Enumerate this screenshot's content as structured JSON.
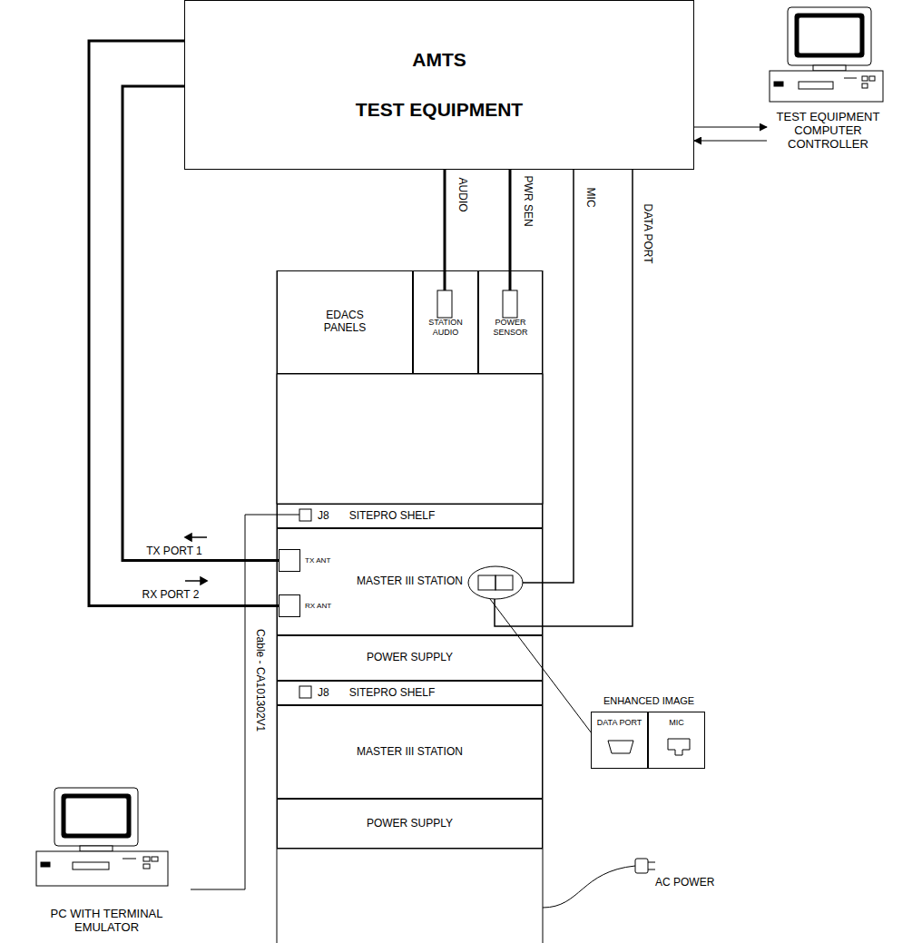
{
  "diagram": {
    "nodes": [
      {
        "text": [
          "AMTS",
          "TEST EQUIPMENT"
        ]
      },
      {
        "text": [
          "TEST EQUIPMENT COMPUTER CONTROLLER"
        ]
      },
      {
        "text": [
          "EDACS PANELS"
        ]
      },
      {
        "text": [
          "STATION AUDIO"
        ]
      },
      {
        "text": [
          "POWER SENSOR"
        ]
      },
      {
        "text": [
          "J8",
          "SITEPRO SHELF"
        ]
      },
      {
        "text": [
          "MASTER III STATION"
        ]
      },
      {
        "text": [
          "TX ANT"
        ],
        "in": 6
      },
      {
        "text": [
          "RX ANT"
        ],
        "in": 6
      },
      {
        "text": [
          "POWER SUPPLY"
        ]
      },
      {
        "text": [
          "J8",
          "SITEPRO SHELF"
        ]
      },
      {
        "text": [
          "MASTER III STATION"
        ]
      },
      {
        "text": [
          "POWER SUPPLY"
        ]
      },
      {
        "text": [
          "ENHANCED IMAGE"
        ]
      },
      {
        "text": [
          "DATA PORT"
        ],
        "in": 13
      },
      {
        "text": [
          "MIC"
        ],
        "in": 13
      },
      {
        "text": [
          "PC WITH TERMINAL EMULATOR"
        ]
      }
    ],
    "edges": [
      {
        "from": 0,
        "to": 1,
        "arrow": "to"
      },
      {
        "from": 1,
        "to": 0,
        "arrow": "to"
      },
      {
        "from": 0,
        "to": 3,
        "label": "AUDIO",
        "arrow": "none"
      },
      {
        "from": 0,
        "to": 4,
        "label": "PWR SEN",
        "arrow": "none"
      },
      {
        "from": 0,
        "to": 6,
        "label": "MIC",
        "arrow": "none"
      },
      {
        "from": 0,
        "to": 6,
        "label": "DATA PORT",
        "arrow": "none"
      },
      {
        "from": 7,
        "to": 0,
        "label": "TX PORT 1",
        "arrow": "none"
      },
      {
        "from": 0,
        "to": 8,
        "label": "RX PORT 2",
        "arrow": "none"
      },
      {
        "from": 16,
        "to": 5,
        "label": "Cable - CA101302V1",
        "arrow": "none"
      },
      {
        "from": 6,
        "to": 13,
        "arrow": "none"
      }
    ],
    "labels": [
      "AC POWER"
    ]
  }
}
